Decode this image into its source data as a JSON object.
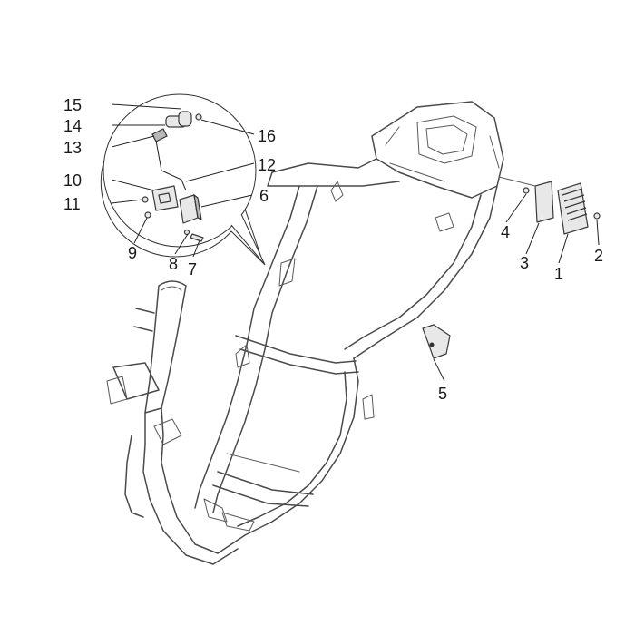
{
  "callouts": {
    "c1": "1",
    "c2": "2",
    "c3": "3",
    "c4": "4",
    "c5": "5",
    "c6": "6",
    "c7": "7",
    "c8": "8",
    "c9": "9",
    "c10": "10",
    "c11": "11",
    "c12": "12",
    "c13": "13",
    "c14": "14",
    "c15": "15",
    "c16": "16"
  },
  "colors": {
    "line": "#4a4a4a",
    "text": "#1a1a1a",
    "background": "#ffffff"
  }
}
